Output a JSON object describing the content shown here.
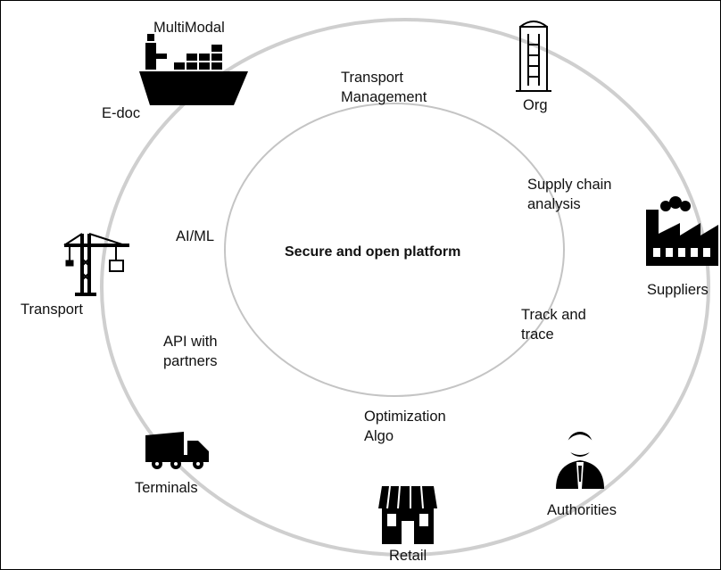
{
  "center_label": "Secure and open platform",
  "inner_ring_labels": {
    "transport_management": "Transport\nManagement",
    "supply_chain_analysis": "Supply chain\nanalysis",
    "track_and_trace": "Track and\ntrace",
    "optimization_algo": "Optimization\nAlgo",
    "api_with_partners": "API with\npartners",
    "ai_ml": "AI/ML"
  },
  "outer_nodes": {
    "multimodal": "MultiModal",
    "edoc": "E-doc",
    "org": "Org",
    "suppliers": "Suppliers",
    "authorities": "Authorities",
    "retail": "Retail",
    "terminals": "Terminals",
    "transport": "Transport"
  },
  "icons": [
    "ship-icon",
    "silo-icon",
    "factory-icon",
    "person-icon",
    "store-icon",
    "truck-icon",
    "crane-icon"
  ],
  "colors": {
    "ring_outer": "#cfcfcf",
    "ring_inner": "#c4c4c4",
    "icon": "#000000"
  }
}
